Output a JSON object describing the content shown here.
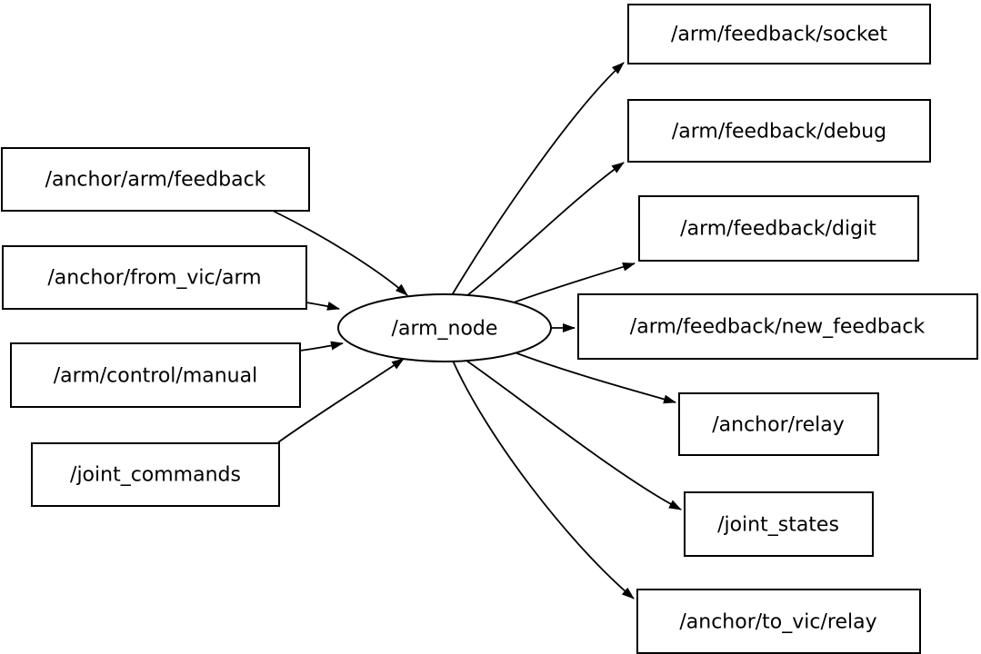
{
  "diagram": {
    "type": "ros-node-graph",
    "node": {
      "label": "/arm_node"
    },
    "input_topics": [
      {
        "label": "/anchor/arm/feedback"
      },
      {
        "label": "/anchor/from_vic/arm"
      },
      {
        "label": "/arm/control/manual"
      },
      {
        "label": "/joint_commands"
      }
    ],
    "output_topics": [
      {
        "label": "/arm/feedback/socket"
      },
      {
        "label": "/arm/feedback/debug"
      },
      {
        "label": "/arm/feedback/digit"
      },
      {
        "label": "/arm/feedback/new_feedback"
      },
      {
        "label": "/anchor/relay"
      },
      {
        "label": "/joint_states"
      },
      {
        "label": "/anchor/to_vic/relay"
      }
    ],
    "edges": [
      {
        "from": "/anchor/arm/feedback",
        "to": "/arm_node"
      },
      {
        "from": "/anchor/from_vic/arm",
        "to": "/arm_node"
      },
      {
        "from": "/arm/control/manual",
        "to": "/arm_node"
      },
      {
        "from": "/joint_commands",
        "to": "/arm_node"
      },
      {
        "from": "/arm_node",
        "to": "/arm/feedback/socket"
      },
      {
        "from": "/arm_node",
        "to": "/arm/feedback/debug"
      },
      {
        "from": "/arm_node",
        "to": "/arm/feedback/digit"
      },
      {
        "from": "/arm_node",
        "to": "/arm/feedback/new_feedback"
      },
      {
        "from": "/arm_node",
        "to": "/anchor/relay"
      },
      {
        "from": "/arm_node",
        "to": "/joint_states"
      },
      {
        "from": "/arm_node",
        "to": "/anchor/to_vic/relay"
      }
    ],
    "colors": {
      "background": "#ffffff",
      "stroke": "#000000",
      "text": "#000000",
      "node_fill": "#ffffff"
    }
  }
}
